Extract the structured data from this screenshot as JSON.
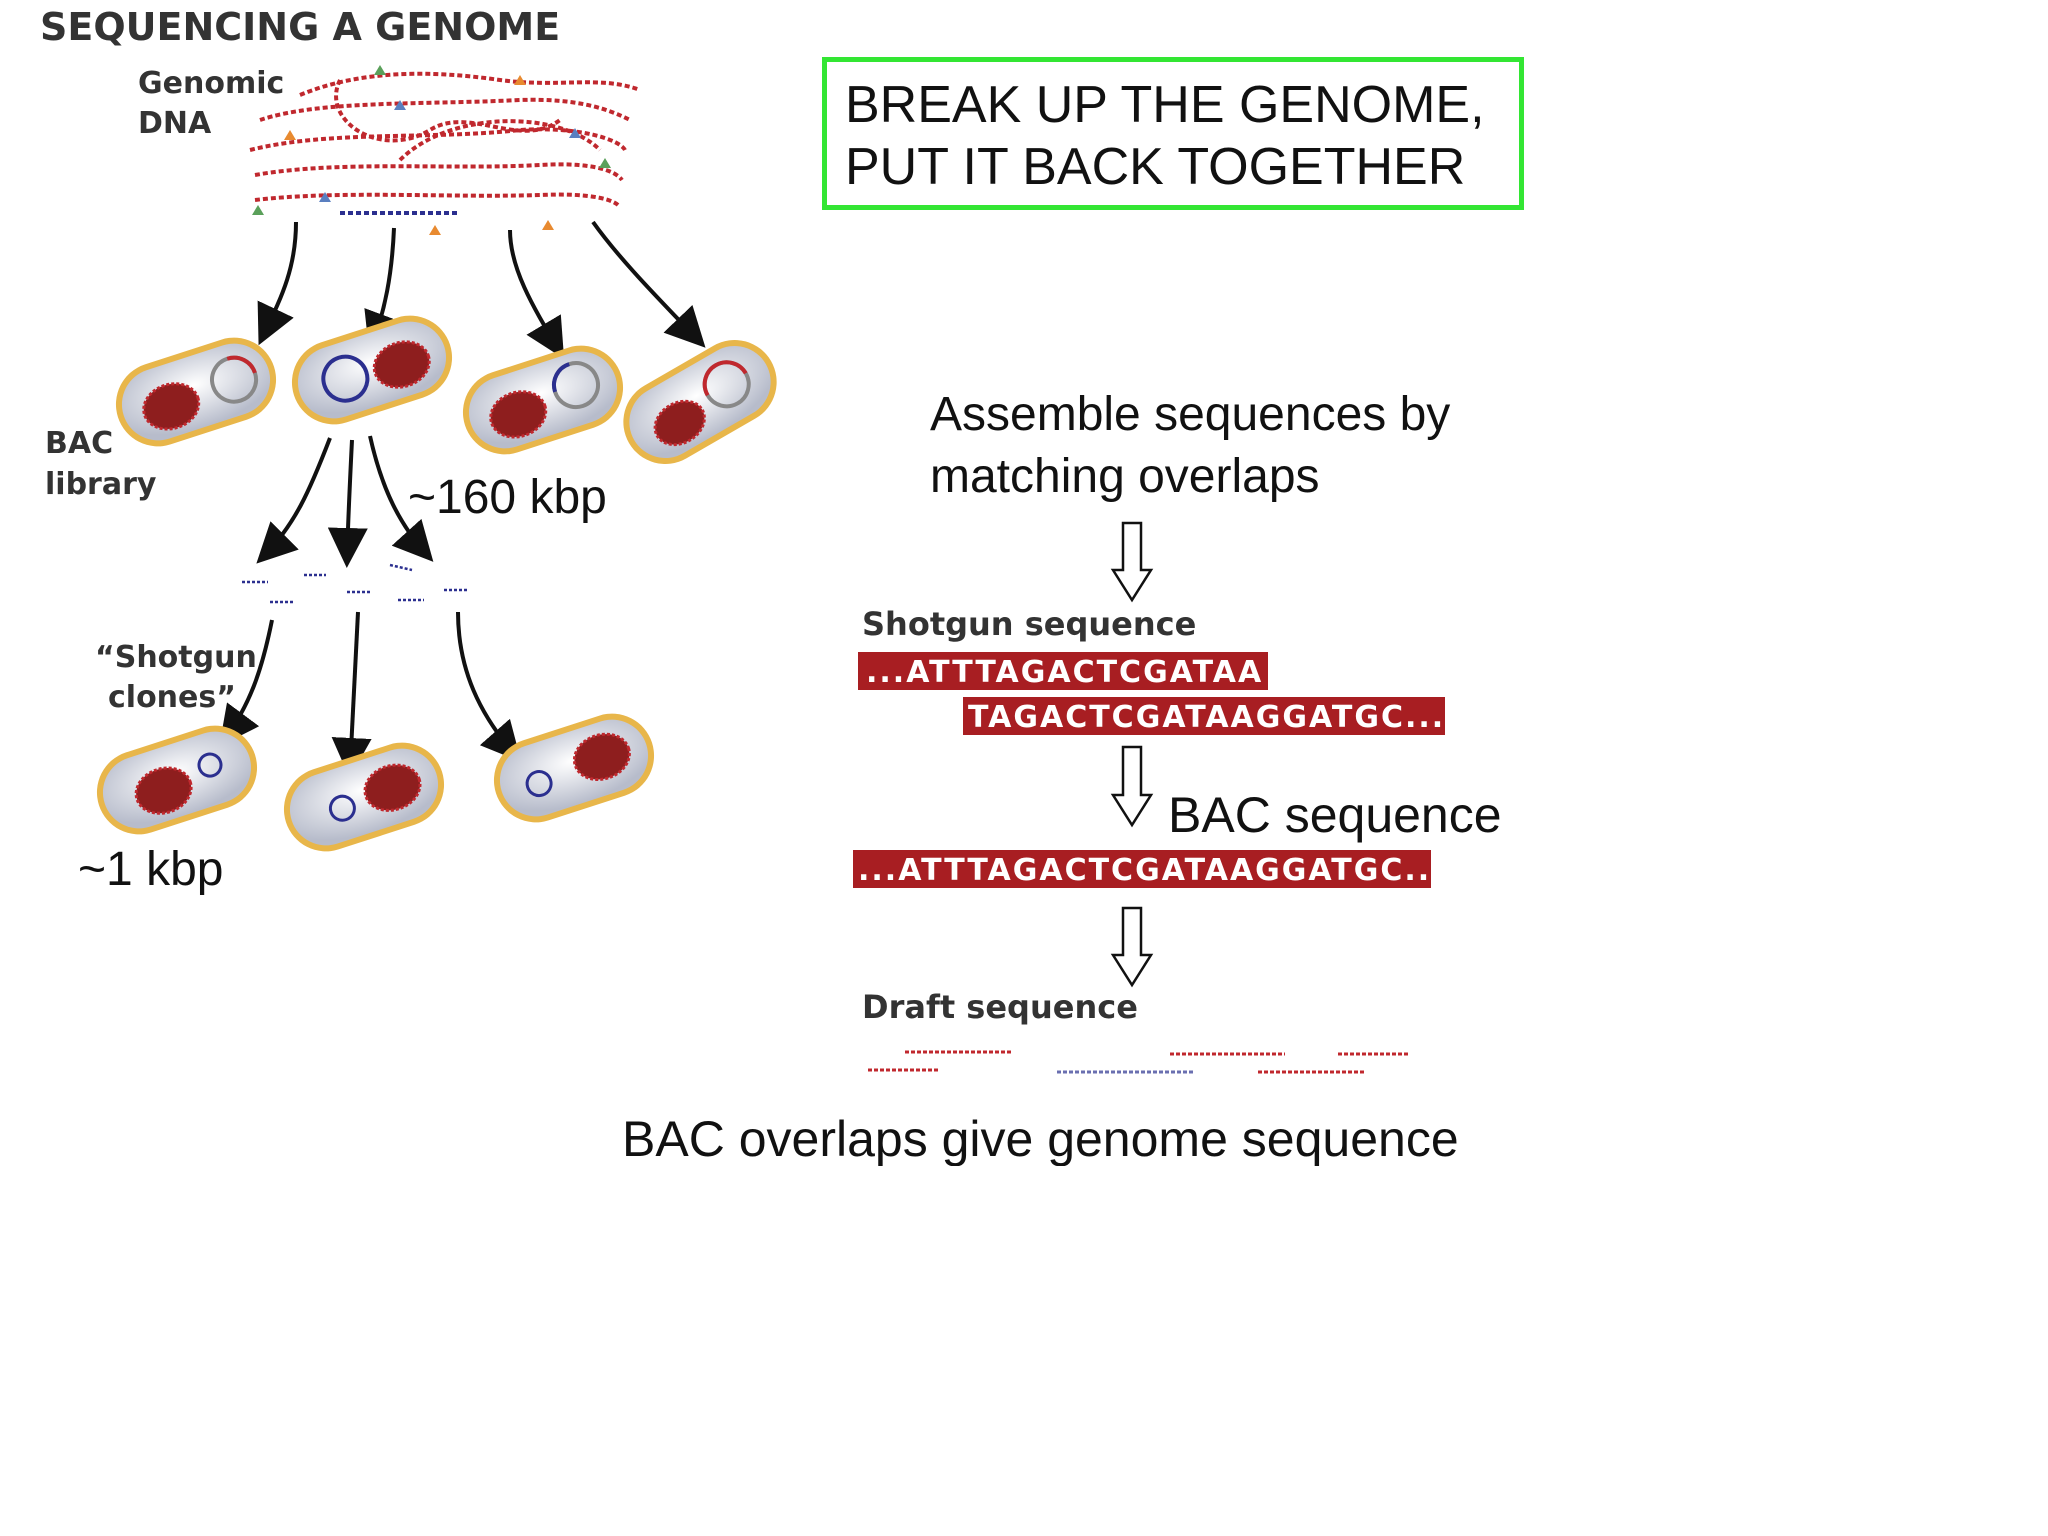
{
  "title": "SEQUENCING A GENOME",
  "labels": {
    "genomic_dna_line1": "Genomic",
    "genomic_dna_line2": "DNA",
    "bac_library_line1": "BAC",
    "bac_library_line2": "library",
    "size_160": "~160 kbp",
    "shotgun_clones_line1": "“Shotgun",
    "shotgun_clones_line2": "clones”",
    "size_1": "~1 kbp"
  },
  "callout": {
    "line1": "BREAK UP THE GENOME,",
    "line2": "PUT IT BACK TOGETHER",
    "border_color": "#33e633"
  },
  "right_panel": {
    "assemble_line1": "Assemble sequences by",
    "assemble_line2": "matching overlaps",
    "shotgun_heading": "Shotgun sequence",
    "read1": "...ATTTAGACTCGATAA",
    "read2": "TAGACTCGATAAGGATGC...",
    "bac_sequence_label": "BAC sequence",
    "bac_sequence": "...ATTTAGACTCGATAAGGATGC...",
    "draft_heading": "Draft sequence",
    "footer": "BAC overlaps give genome sequence"
  },
  "colors": {
    "dna_red": "#c0282e",
    "seq_bar": "#a81e22",
    "cell_rim": "#e8b64a",
    "plasmid_blue": "#2b2f8f"
  }
}
